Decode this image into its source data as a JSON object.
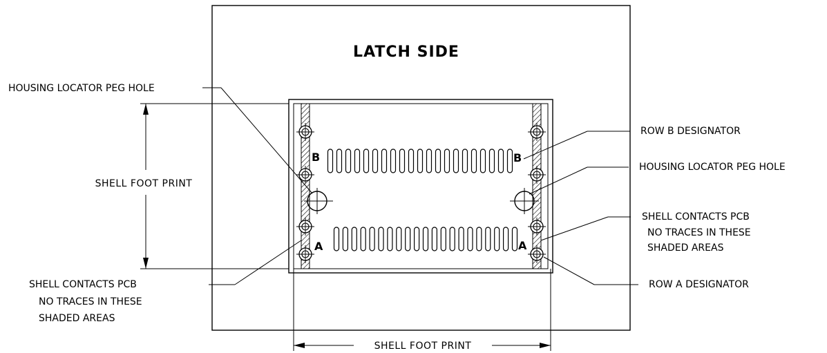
{
  "title": "LATCH SIDE",
  "labels": {
    "housing_peg_left": "HOUSING LOCATOR PEG HOLE",
    "housing_peg_right": "HOUSING LOCATOR PEG HOLE",
    "row_b": "ROW B DESIGNATOR",
    "row_a": "ROW A DESIGNATOR",
    "shell_contacts_left": [
      "SHELL CONTACTS PCB",
      "NO TRACES IN THESE",
      "SHADED AREAS"
    ],
    "shell_contacts_right": [
      "SHELL CONTACTS PCB",
      "NO TRACES IN THESE",
      "SHADED AREAS"
    ],
    "shell_footprint_vertical": "SHELL FOOT PRINT",
    "shell_footprint_horizontal": "SHELL FOOT PRINT"
  },
  "designators": {
    "b_left": "B",
    "b_right": "B",
    "a_left": "A",
    "a_right": "A"
  },
  "row_b_slot_count": 21,
  "row_a_slot_count": 21
}
